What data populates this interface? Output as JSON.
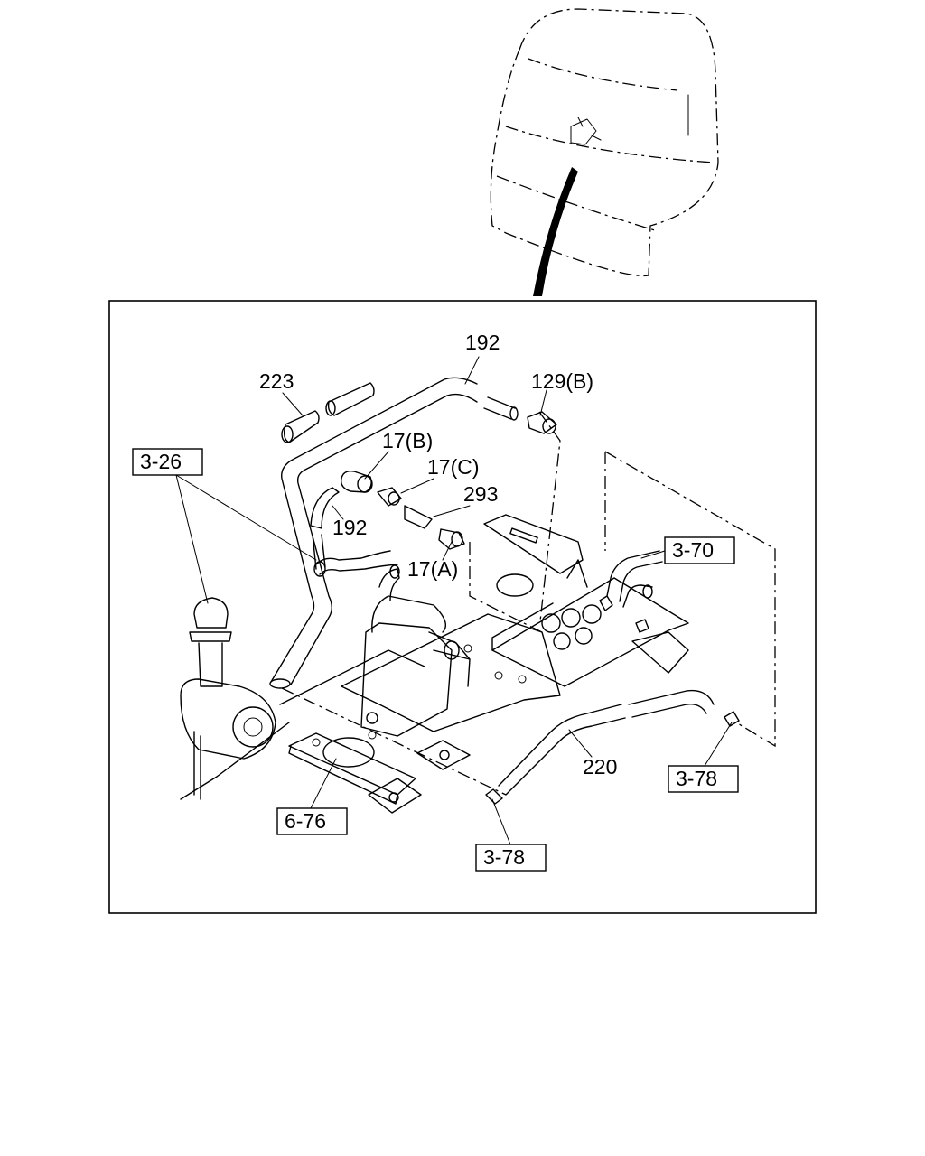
{
  "labels": {
    "p192_top": "192",
    "p223": "223",
    "p129b": "129(B)",
    "p17b": "17(B)",
    "p17c": "17(C)",
    "p293": "293",
    "p192_mid": "192",
    "p17a": "17(A)",
    "p220": "220"
  },
  "refs": {
    "r326": "3-26",
    "r370": "3-70",
    "r378_right": "3-78",
    "r378_bottom": "3-78",
    "r676": "6-76"
  }
}
